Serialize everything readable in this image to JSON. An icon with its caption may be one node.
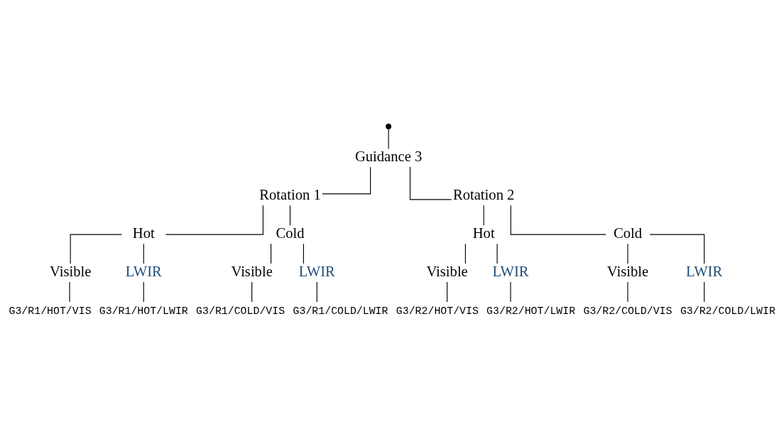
{
  "diagram": {
    "nodes": [
      {
        "text": [],
        "shape": "point"
      },
      {
        "text": [
          "Guidance 3"
        ]
      },
      {
        "text": [
          "Rotation 1"
        ]
      },
      {
        "text": [
          "Rotation 2"
        ]
      },
      {
        "text": [
          "Hot"
        ]
      },
      {
        "text": [
          "Cold"
        ]
      },
      {
        "text": [
          "Hot"
        ]
      },
      {
        "text": [
          "Cold"
        ]
      },
      {
        "text": [
          "Visible"
        ]
      },
      {
        "text": [
          "LWIR"
        ]
      },
      {
        "text": [
          "Visible"
        ]
      },
      {
        "text": [
          "LWIR"
        ]
      },
      {
        "text": [
          "Visible"
        ]
      },
      {
        "text": [
          "LWIR"
        ]
      },
      {
        "text": [
          "Visible"
        ]
      },
      {
        "text": [
          "LWIR"
        ]
      },
      {
        "text": [
          "G3/R1/HOT/VIS"
        ]
      },
      {
        "text": [
          "G3/R1/HOT/LWIR"
        ]
      },
      {
        "text": [
          "G3/R1/COLD/VIS"
        ]
      },
      {
        "text": [
          "G3/R1/COLD/LWIR"
        ]
      },
      {
        "text": [
          "G3/R2/HOT/VIS"
        ]
      },
      {
        "text": [
          "G3/R2/HOT/LWIR"
        ]
      },
      {
        "text": [
          "G3/R2/COLD/VIS"
        ]
      },
      {
        "text": [
          "G3/R2/COLD/LWIR"
        ]
      }
    ],
    "edges": [
      {
        "from": 0,
        "to": 1,
        "arrow": "none"
      },
      {
        "from": 1,
        "to": 2,
        "arrow": "none"
      },
      {
        "from": 1,
        "to": 3,
        "arrow": "none"
      },
      {
        "from": 2,
        "to": 4,
        "arrow": "none"
      },
      {
        "from": 2,
        "to": 5,
        "arrow": "none"
      },
      {
        "from": 3,
        "to": 6,
        "arrow": "none"
      },
      {
        "from": 3,
        "to": 7,
        "arrow": "none"
      },
      {
        "from": 4,
        "to": 8,
        "arrow": "none"
      },
      {
        "from": 4,
        "to": 9,
        "arrow": "none"
      },
      {
        "from": 5,
        "to": 10,
        "arrow": "none"
      },
      {
        "from": 5,
        "to": 11,
        "arrow": "none"
      },
      {
        "from": 6,
        "to": 12,
        "arrow": "none"
      },
      {
        "from": 6,
        "to": 13,
        "arrow": "none"
      },
      {
        "from": 7,
        "to": 14,
        "arrow": "none"
      },
      {
        "from": 7,
        "to": 15,
        "arrow": "none"
      },
      {
        "from": 8,
        "to": 16,
        "arrow": "none"
      },
      {
        "from": 9,
        "to": 17,
        "arrow": "none"
      },
      {
        "from": 10,
        "to": 18,
        "arrow": "none"
      },
      {
        "from": 11,
        "to": 19,
        "arrow": "none"
      },
      {
        "from": 12,
        "to": 20,
        "arrow": "none"
      },
      {
        "from": 13,
        "to": 21,
        "arrow": "none"
      },
      {
        "from": 14,
        "to": 22,
        "arrow": "none"
      },
      {
        "from": 15,
        "to": 23,
        "arrow": "none"
      }
    ]
  }
}
